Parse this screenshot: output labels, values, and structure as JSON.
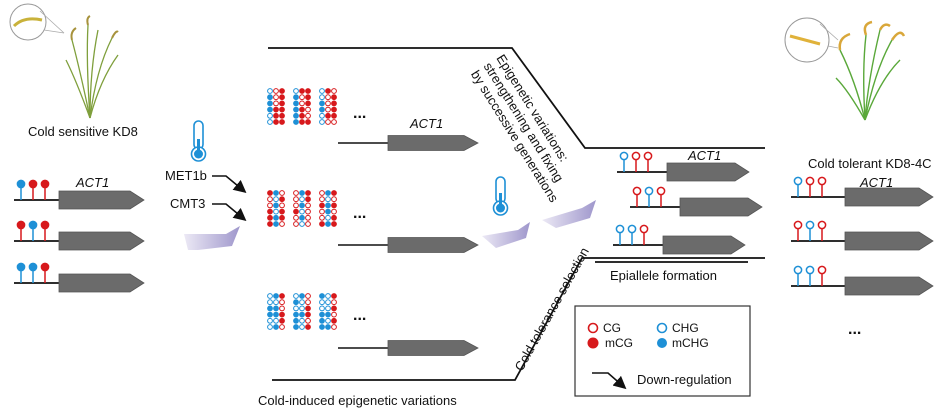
{
  "colors": {
    "red": "#d7191c",
    "blue": "#1e90d6",
    "gene_body": "#6b6b6b",
    "arrow_fill": "#b4aed6",
    "line": "#111111"
  },
  "left_plant": {
    "label": "Cold sensitive KD8"
  },
  "right_plant": {
    "label": "Cold tolerant KD8-4C"
  },
  "gene_name": "ACT1",
  "enzymes": [
    {
      "label": "MET1b"
    },
    {
      "label": "CMT3"
    }
  ],
  "section_labels": {
    "cold_induced": "Cold-induced epigenetic variations",
    "strengthening": [
      "Epigenetic variations:",
      "strengthening and fixing",
      "by successive generations"
    ],
    "selection": "Cold tolerance selection",
    "epiallele": "Epiallele formation"
  },
  "ellipsis": "...",
  "left_alleles": [
    [
      "mCHG",
      "mCG",
      "mCG"
    ],
    [
      "mCG",
      "mCHG",
      "mCG"
    ],
    [
      "mCHG",
      "mCHG",
      "mCG"
    ]
  ],
  "middle_groups": [
    {
      "matrices": [
        [
          "CHG,CG,mCG",
          "mCHG,CG,mCG",
          "mCHG,CG,mCG",
          "mCHG,mCG,mCG",
          "CHG,mCG,mCG",
          "CHG,mCG,mCG"
        ],
        [
          "CHG,mCG,mCG",
          "mCHG,CG,mCG",
          "mCHG,CG,mCG",
          "mCHG,mCG,CG",
          "mCHG,mCG,CG",
          "mCHG,mCG,mCG"
        ],
        [
          "CHG,mCG,CG",
          "CHG,CG,mCG",
          "mCHG,CG,mCG",
          "mCHG,CG,mCG",
          "CHG,mCG,mCG",
          "CHG,CG,CG"
        ]
      ]
    },
    {
      "matrices": [
        [
          "mCG,mCHG,CG",
          "CG,CHG,mCG",
          "CG,mCHG,CG",
          "mCG,CHG,mCG",
          "mCG,mCHG,mCG",
          "mCG,mCHG,CG"
        ],
        [
          "CG,mCHG,mCG",
          "CG,CHG,mCG",
          "CG,mCHG,CG",
          "mCG,CHG,CG",
          "CG,mCHG,CG",
          "CG,CHG,CG"
        ],
        [
          "CG,mCHG,mCG",
          "CG,CHG,CG",
          "mCG,mCHG,mCG",
          "CG,mCHG,CG",
          "CG,CHG,mCG",
          "mCG,mCHG,mCG"
        ]
      ]
    },
    {
      "matrices": [
        [
          "CHG,mCHG,mCG",
          "CHG,CHG,CG",
          "mCHG,mCHG,CG",
          "mCHG,mCHG,mCG",
          "CHG,CHG,mCG",
          "CHG,mCHG,CG"
        ],
        [
          "CHG,mCHG,CG",
          "mCHG,CHG,CG",
          "CHG,CHG,mCG",
          "mCHG,mCHG,mCG",
          "mCHG,CHG,CG",
          "mCHG,CHG,mCG"
        ],
        [
          "mCHG,CHG,mCG",
          "CHG,CHG,CG",
          "CHG,CHG,mCG",
          "mCHG,mCHG,CG",
          "mCHG,CHG,mCG",
          "mCHG,mCHG,CG"
        ]
      ]
    }
  ],
  "epialleles": [
    [
      "CHG",
      "CG",
      "CG"
    ],
    [
      "CG",
      "CHG",
      "CG"
    ],
    [
      "CHG",
      "CHG",
      "CG"
    ]
  ],
  "right_alleles": [
    [
      "CHG",
      "CG",
      "CG"
    ],
    [
      "CG",
      "CHG",
      "CG"
    ],
    [
      "CHG",
      "CHG",
      "CG"
    ]
  ],
  "legend": {
    "items": [
      {
        "key": "CG",
        "label": "CG"
      },
      {
        "key": "CHG",
        "label": "CHG"
      },
      {
        "key": "mCG",
        "label": "mCG"
      },
      {
        "key": "mCHG",
        "label": "mCHG"
      }
    ],
    "downregulation": "Down-regulation"
  }
}
